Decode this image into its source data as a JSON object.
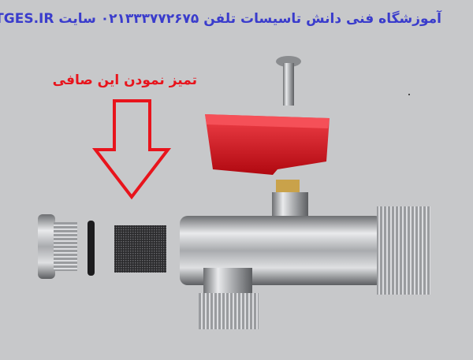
{
  "header": {
    "title": "آموزشگاه فنی دانش تاسیسات تلفن ۰۲۱۳۳۳۷۷۲۶۷۵ سایت TGES.IR",
    "title_color": "#3a3ccc"
  },
  "annotation": {
    "text": "تمیز نمودن این صافی",
    "color": "#e8141c",
    "arrow": "down-arrow-outline"
  },
  "parts": [
    "cap-nut",
    "o-ring",
    "mesh-filter",
    "valve-body",
    "red-handle",
    "pin-screw",
    "brass-stem"
  ],
  "colors": {
    "background": "#c7c8ca",
    "handle": "#e0101a",
    "arrow": "#e8141c"
  }
}
